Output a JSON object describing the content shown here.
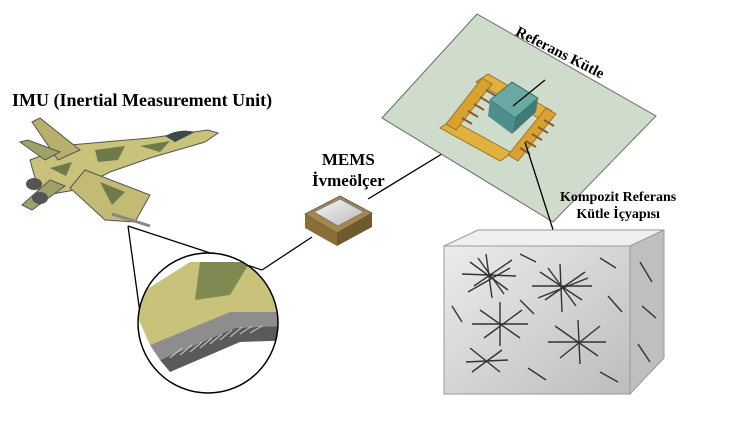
{
  "labels": {
    "imu": "IMU (Inertial Measurement Unit)",
    "mems_line1": "MEMS",
    "mems_line2": "İvmeölçer",
    "reference_mass": "Referans Kütle",
    "composite_line1": "Kompozit Referans",
    "composite_line2": "Kütle İçyapısı"
  },
  "colors": {
    "camo_light": "#c9c27a",
    "camo_dark": "#6f7a4a",
    "substrate": "#cfdccb",
    "frame_gold": "#e2b13d",
    "proof_mass": "#6aa8a4",
    "block_gray": "#d9d9d9",
    "fiber": "#333333"
  }
}
